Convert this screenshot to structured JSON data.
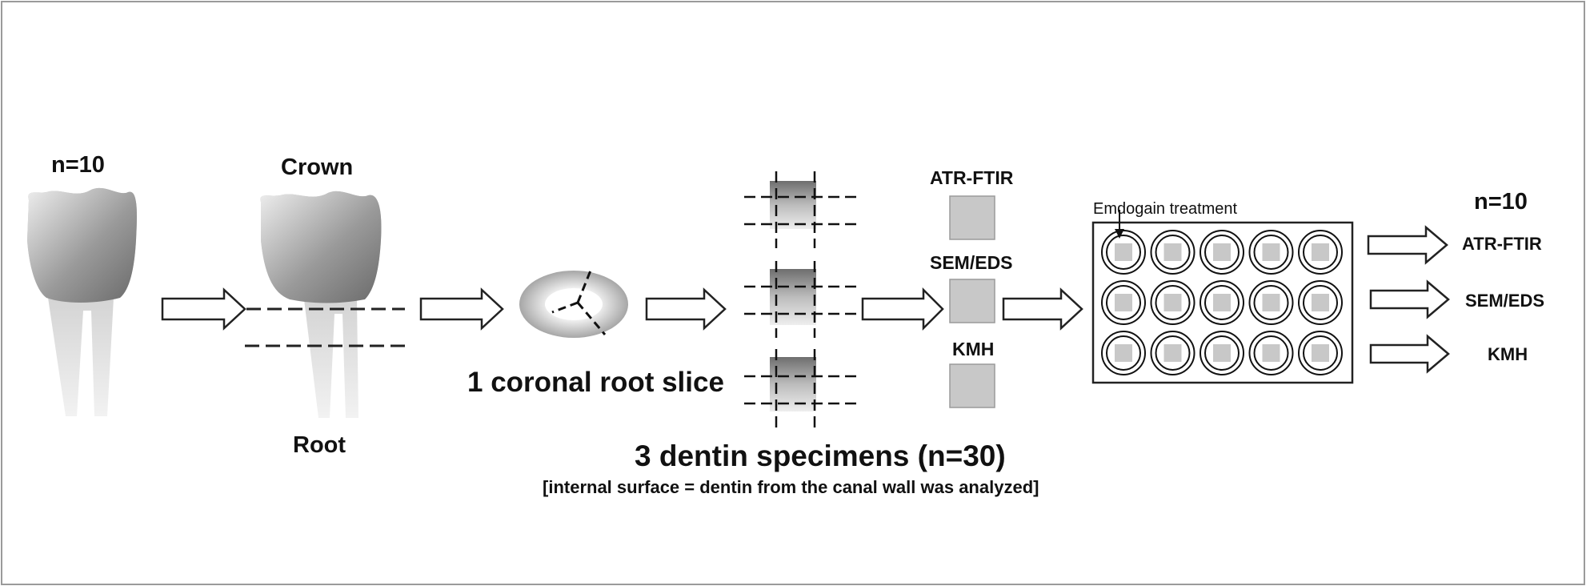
{
  "steps": {
    "tooth_count": "n=10",
    "crown_label": "Crown",
    "root_label": "Root",
    "slice_label": "1 coronal root slice",
    "specimens_label": "3 dentin specimens (n=30)",
    "specimens_note": "[internal surface = dentin from the canal wall was analyzed]"
  },
  "analyses": [
    "ATR-FTIR",
    "SEM/EDS",
    "KMH"
  ],
  "treatment": {
    "label": "Emdogain treatment",
    "count": "n=10",
    "plate_rows": 3,
    "plate_cols": 5
  },
  "outputs": [
    "ATR-FTIR",
    "SEM/EDS",
    "KMH"
  ],
  "colors": {
    "ink": "#111111",
    "sample_fill": "#c8c8c8",
    "border": "#9a9a9a"
  }
}
